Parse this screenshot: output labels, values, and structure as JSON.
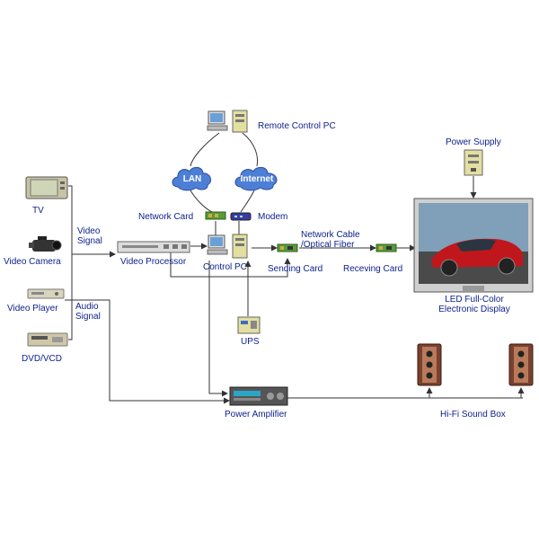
{
  "labels": {
    "tv": "TV",
    "video_camera": "Video Camera",
    "video_player": "Video Player",
    "dvd_vcd": "DVD/VCD",
    "video_signal_1": "Video",
    "video_signal_2": "Signal",
    "audio_signal_1": "Audio",
    "audio_signal_2": "Signal",
    "video_processor": "Video Processor",
    "control_pc": "Control PC",
    "remote_control_pc": "Remote Control PC",
    "lan": "LAN",
    "internet": "Internet",
    "network_card": "Network Card",
    "modem": "Modem",
    "network_cable_1": "Network Cable",
    "network_cable_2": "/Optical Fiber",
    "sending_card": "Sending Card",
    "receiving_card": "Receving Card",
    "power_supply": "Power Supply",
    "led_display_1": "LED Full-Color",
    "led_display_2": "Electronic Display",
    "ups": "UPS",
    "power_amplifier": "Power Amplifier",
    "hifi_sound_box": "Hi-Fi Sound Box"
  },
  "colors": {
    "label_text": "#0a1e8c",
    "line": "#333333",
    "cloud_fill": "#4d7fd6",
    "cloud_text": "#ffffff"
  }
}
